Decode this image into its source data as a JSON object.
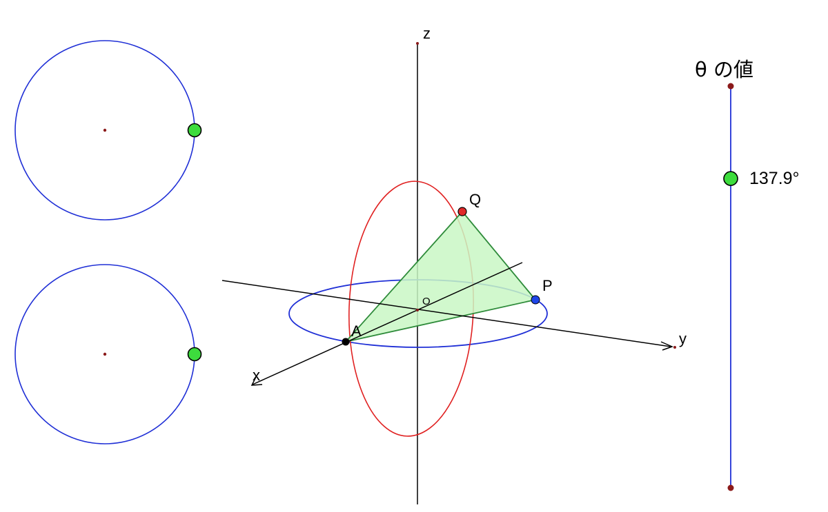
{
  "colors": {
    "blue_circle": "#1f2fd6",
    "red_ellipse": "#e02020",
    "triangle_fill": "#c9f7c4",
    "triangle_edge": "#2e8b3a",
    "handle_green": "#3ddc3d",
    "point_red": "#e02a2a",
    "point_blue": "#1f46e8",
    "point_black": "#000000",
    "endpoint_darkred": "#8b1a1a"
  },
  "axes": {
    "x_label": "x",
    "y_label": "y",
    "z_label": "z",
    "origin_label": "O"
  },
  "points": {
    "A": "A",
    "P": "P",
    "Q": "Q"
  },
  "slider": {
    "title": "θ の値",
    "value_text": "137.9°",
    "value_fraction": 0.23
  },
  "icons": {
    "handle": "green-circle-handle",
    "endpoint": "dark-red-dot"
  }
}
